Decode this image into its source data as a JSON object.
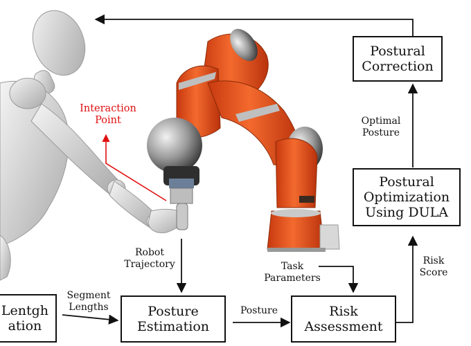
{
  "boxes": {
    "segment_length_estimation": "Lentgh\nation",
    "posture_estimation": "Posture\nEstimation",
    "risk_assessment": "Risk\nAssessment",
    "postural_optimization": "Postural\nOptimization\nUsing DULA",
    "postural_correction": "Postural\nCorrection"
  },
  "edge_labels": {
    "segment_lengths": "Segment\nLengths",
    "robot_trajectory": "Robot\nTrajectory",
    "posture": "Posture",
    "task_parameters": "Task\nParameters",
    "risk_score": "Risk\nScore",
    "optimal_posture": "Optimal\nPosture"
  },
  "annotations": {
    "interaction_point": "Interaction\nPoint"
  },
  "colors": {
    "arrow": "#111111",
    "annotation": "#e01010",
    "robot_orange": "#e8541c",
    "robot_grey": "#8a8a8a",
    "mannequin": "#d6d6d6"
  }
}
